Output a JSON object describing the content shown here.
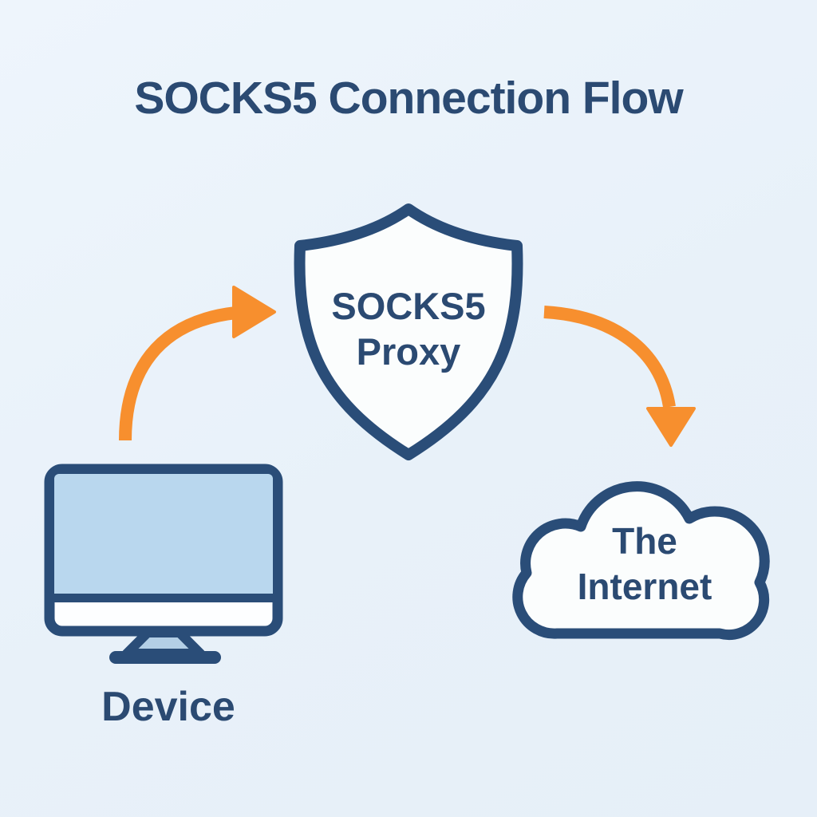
{
  "title": "SOCKS5 Connection Flow",
  "diagram": {
    "device": {
      "label": "Device",
      "icon": "monitor-icon"
    },
    "proxy": {
      "line1": "SOCKS5",
      "line2": "Proxy",
      "icon": "shield-icon"
    },
    "internet": {
      "line1": "The",
      "line2": "Internet",
      "icon": "cloud-icon"
    },
    "flows": [
      {
        "from": "device",
        "to": "proxy",
        "icon": "curved-arrow-right-icon"
      },
      {
        "from": "proxy",
        "to": "internet",
        "icon": "curved-arrow-down-icon"
      }
    ]
  },
  "colors": {
    "background": "#e9f2fa",
    "navy_stroke": "#2a4d78",
    "navy_text": "#2b4a72",
    "arrow_orange": "#f78f2e",
    "screen_blue": "#b9d7ee",
    "stand_blue": "#b3cfe6",
    "shape_fill": "#fbfdfd",
    "band_white": "#fdfeff"
  }
}
